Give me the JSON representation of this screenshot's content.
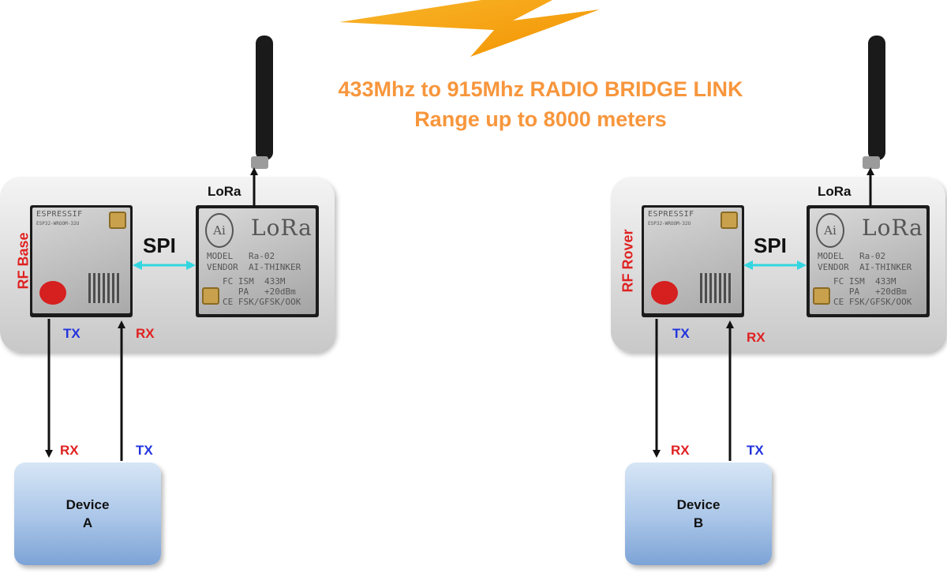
{
  "title": {
    "line1": "433Mhz to 915Mhz RADIO BRIDGE LINK",
    "line2": "Range up to 8000 meters"
  },
  "colors": {
    "title_orange": "#f7963c",
    "lightning": "#f5a316",
    "rx_red": "#e02020",
    "tx_blue": "#2233dd",
    "spi_cyan": "#33d6e0"
  },
  "left_node": {
    "side_label": "RF Base",
    "bus_label": "SPI",
    "antenna_label": "LoRa",
    "esp_tx": "TX",
    "esp_rx": "RX",
    "device_rx": "RX",
    "device_tx": "TX",
    "device_name": "Device",
    "device_id": "A"
  },
  "right_node": {
    "side_label": "RF Rover",
    "bus_label": "SPI",
    "antenna_label": "LoRa",
    "esp_tx": "TX",
    "esp_rx": "RX",
    "device_rx": "RX",
    "device_tx": "TX",
    "device_name": "Device",
    "device_id": "B"
  },
  "esp_module": {
    "brand": "ESPRESSIF",
    "model": "ESP32-WROOM-32U"
  },
  "lora_module": {
    "logo": "Ai",
    "brand": "LoRa",
    "line1": "MODEL   Ra-02",
    "line2": "VENDOR  AI-THINKER",
    "line3": "FC ISM  433M",
    "line4": "   PA   +20dBm",
    "line5": "CE FSK/GFSK/OOK"
  },
  "icons": [
    "lightning-bolt-icon",
    "antenna-icon"
  ]
}
